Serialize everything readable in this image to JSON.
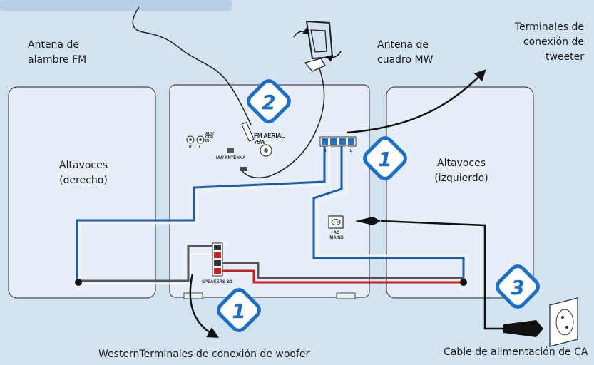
{
  "labels": {
    "fm_antenna": "Antena de\nalambre FM",
    "mw_antenna": "Antena de\ncuadro MW",
    "tweeter_terminals": "Terminales de\nconexión de\ntweeter",
    "speaker_right": "Altavoces\n(derecho)",
    "speaker_left": "Altavoces\n(izquierdo)",
    "woofer_terminals": "WesternTerminales de conexión de woofer",
    "power_cable": "Cable de alimentación de CA"
  },
  "panel": {
    "fm_aerial": "FM AERIAL\n75W",
    "mw_antenna": "MW ANTENNA",
    "aux_in": "AUX/\nCDR\nIN",
    "aux_r": "R",
    "aux_l": "L",
    "ac_mains": "AC\nMAINS",
    "speakers": "SPEAKERS 8Ω",
    "tweeter_r": "R",
    "tweeter_l": "L"
  },
  "steps": [
    "2",
    "1",
    "1",
    "3"
  ],
  "colors": {
    "background": "#d3e2f1",
    "speaker_fill": "#e6eef7",
    "wire_blue": "#1f5ca8",
    "wire_red": "#c81e1e",
    "badge_border": "#1c6fc4"
  }
}
